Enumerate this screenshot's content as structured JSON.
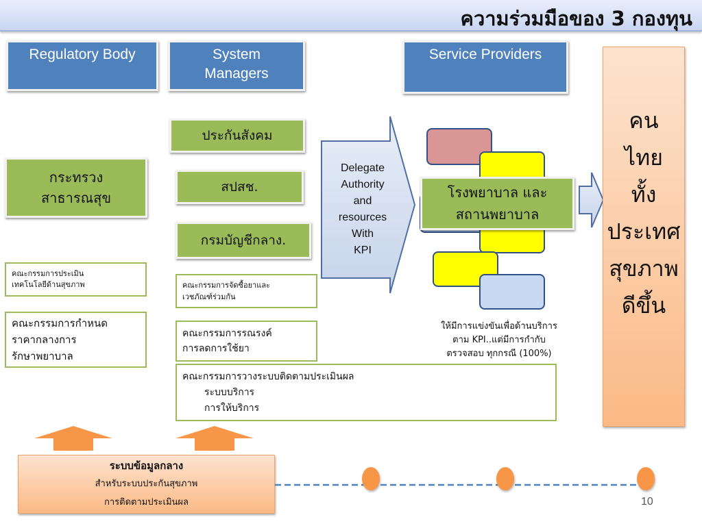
{
  "title": "ความร่วมมือของ 3 กองทุน",
  "headers": {
    "regulatory": "Regulatory Body",
    "system_line1": "System",
    "system_line2": "Managers",
    "service": "Service Providers"
  },
  "ministry": {
    "line1": "กระทรวง",
    "line2": "สาธารณสุข"
  },
  "committees_left": {
    "tech_line1": "คณะกรรมการประเมิน",
    "tech_line2": "เทคโนโลยีด้านสุขภาพ",
    "price_line1": "คณะกรรมการกำหนด",
    "price_line2": "ราคากลางการ",
    "price_line3": "รักษาพยาบาล"
  },
  "funds": {
    "social_security": "ประกันสังคม",
    "nhso": "สปสช.",
    "comptroller": "กรมบัญชีกลาง."
  },
  "committees_mid": {
    "procure_line1": "คณะกรรมการจัดซื้อยาและ",
    "procure_line2": "เวชภัณฑ์ร่วมกัน",
    "campaign_line1": "คณะกรรมการรณรงค์",
    "campaign_line2": "การลดการใช้ยา"
  },
  "monitoring": {
    "line1": "คณะกรรมการวางระบบติดตามประเมินผล",
    "line2": "ระบบบริการ",
    "line3": "การให้บริการ"
  },
  "delegate": [
    "Delegate",
    "Authority",
    "and",
    "resources",
    "With",
    "KPI"
  ],
  "hospital": {
    "line1": "โรงพยาบาล และ",
    "line2": "สถานพยาบาล"
  },
  "competition_note": {
    "line1": "ให้มีการแข่งขันเพื่อด้านบริการ",
    "line2": "ตาม KPI..แต่มีการกำกับ",
    "line3": "ตรวจสอบ ทุกกรณี (100%)"
  },
  "people": [
    "คน",
    "ไทย",
    "ทั้ง",
    "ประเทศ",
    "สุขภาพ",
    "ดีขึ้น"
  ],
  "data_center": {
    "line1": "ระบบข้อมูลกลาง",
    "line2": "สำหรับระบบประกันสุขภาพ",
    "line3": "การติดตามประเมินผล"
  },
  "page_number": "10",
  "colors": {
    "header_blue": "#4f81bd",
    "green": "#9bbb59",
    "orange": "#f79646",
    "yellow": "#ffff00",
    "rose": "#d99694",
    "light_blue": "#c6d9f1"
  }
}
